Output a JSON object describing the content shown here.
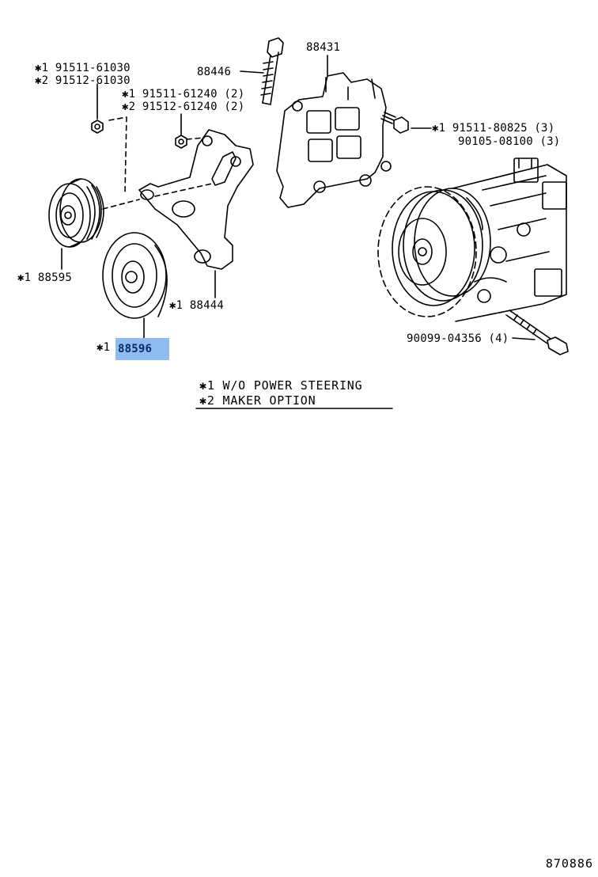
{
  "labels": {
    "p88431": "88431",
    "p88446": "88446",
    "bolt_a_1": "✱1 91511-61030",
    "bolt_a_2": "✱2 91512-61030",
    "bolt_b_1": "✱1 91511-61240 (2)",
    "bolt_b_2": "✱2 91512-61240 (2)",
    "bolt_c_1": "✱1  91511-80825 (3)",
    "bolt_c_2": "90105-08100 (3)",
    "p88595": "✱1 88595",
    "p88444": "✱1 88444",
    "p88596_prefix": "✱1",
    "p88596": "88596",
    "p90099": "90099-04356 (4)"
  },
  "notes": {
    "note1": "✱1 W/O POWER STEERING",
    "note2": "✱2 MAKER OPTION"
  },
  "figure_number": "870886",
  "highlight_color": "#8fbcf0"
}
